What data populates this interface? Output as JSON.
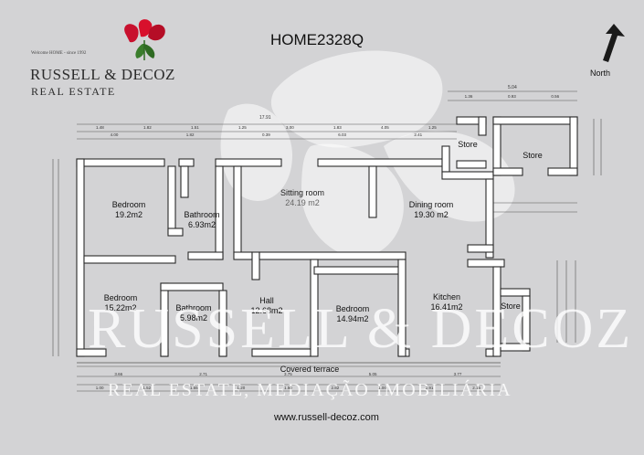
{
  "brand": {
    "tagline": "Welcome HOME - since 1992",
    "name": "RUSSELL & DECOZ",
    "subtitle": "REAL ESTATE"
  },
  "plan": {
    "code": "HOME2328Q",
    "compass_label": "North",
    "website": "www.russell-decoz.com",
    "rooms": [
      {
        "key": "bedroom1",
        "name": "Bedroom",
        "area": "19.2m2"
      },
      {
        "key": "bathroom1",
        "name": "Bathroom",
        "area": "6.93m2"
      },
      {
        "key": "sitting",
        "name": "Sitting room",
        "area": "24.19 m2"
      },
      {
        "key": "dining",
        "name": "Dining room",
        "area": "19.30 m2"
      },
      {
        "key": "store1",
        "name": "Store",
        "area": ""
      },
      {
        "key": "store2",
        "name": "Store",
        "area": ""
      },
      {
        "key": "bedroom2",
        "name": "Bedroom",
        "area": "15.22m2"
      },
      {
        "key": "bathroom2",
        "name": "Bathroom",
        "area": "5.98m2"
      },
      {
        "key": "hall",
        "name": "Hall",
        "area": "12.68m2"
      },
      {
        "key": "bedroom3",
        "name": "Bedroom",
        "area": "14.94m2"
      },
      {
        "key": "kitchen",
        "name": "Kitchen",
        "area": "16.41m2"
      },
      {
        "key": "store3",
        "name": "Store",
        "area": ""
      },
      {
        "key": "terrace",
        "name": "Covered terrace",
        "area": ""
      }
    ]
  },
  "watermark": {
    "main": "RUSSELL & DECOZ",
    "sub": "REAL ESTATE, MEDIAÇÃO IMOBILIÁRIA"
  },
  "dimensions": {
    "top_row1": [
      "1.48",
      "1.82",
      "1.51",
      "1.25",
      "3.00",
      "1.83",
      "4.05",
      "1.25"
    ],
    "top_row2": [
      "4.00",
      "1.82",
      "0.39",
      "6.03",
      "2.41"
    ],
    "total_top": "17.91",
    "store_top": [
      "5.04"
    ],
    "store_row": [
      "1.36",
      "0.93",
      "0.56"
    ],
    "bottom_row1": [
      "3.66",
      "2.71",
      "3.75",
      "5.05",
      "3.77"
    ],
    "bottom_row2": [
      "1.00",
      "1.52",
      "1.55",
      "1.20",
      "1.50",
      "2.82",
      "1.00",
      "2.91",
      "2.15"
    ]
  }
}
